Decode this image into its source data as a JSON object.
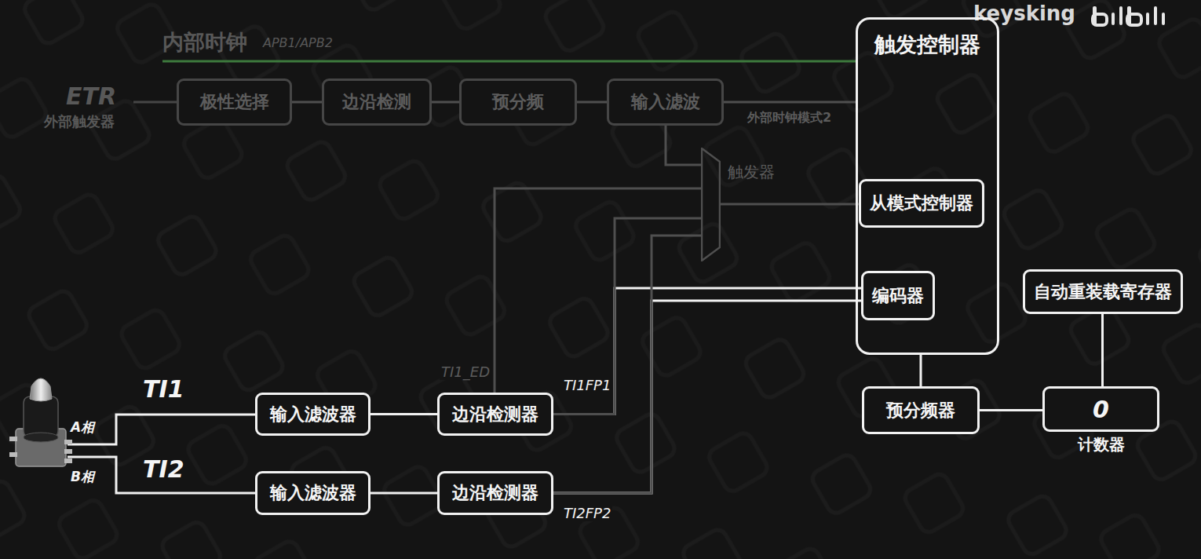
{
  "diagram": {
    "nodes": [
      {
        "text": [
          "触发控制器"
        ]
      },
      {
        "text": [
          "从模式控制器"
        ],
        "in": 0
      },
      {
        "text": [
          "编码器"
        ],
        "in": 0
      },
      {
        "text": [
          "自动重装载寄存器"
        ]
      },
      {
        "text": [
          "极性选择"
        ]
      },
      {
        "text": [
          "边沿检测"
        ]
      },
      {
        "text": [
          "预分频"
        ]
      },
      {
        "text": [
          "输入滤波"
        ]
      },
      {
        "text": [
          "触发器"
        ]
      },
      {
        "text": [
          "输入滤波器"
        ]
      },
      {
        "text": [
          "边沿检测器"
        ]
      },
      {
        "text": [
          "预分频器"
        ]
      },
      {
        "text": [
          "0",
          "计数器"
        ]
      },
      {
        "text": [
          "输入滤波器"
        ]
      },
      {
        "text": [
          "边沿检测器"
        ]
      }
    ],
    "edges": [
      {
        "from": 4,
        "to": 5,
        "arrow": "none"
      },
      {
        "from": 5,
        "to": 6,
        "arrow": "none"
      },
      {
        "from": 6,
        "to": 7,
        "arrow": "none"
      },
      {
        "from": 7,
        "to": 0,
        "label": "外部时钟模式2",
        "arrow": "none"
      },
      {
        "from": 7,
        "to": 8,
        "arrow": "none"
      },
      {
        "from": 8,
        "to": 1,
        "arrow": "none"
      },
      {
        "from": 9,
        "to": 10,
        "arrow": "none"
      },
      {
        "from": 10,
        "to": 8,
        "label": "TI1_ED",
        "arrow": "none"
      },
      {
        "from": 10,
        "to": 2,
        "label": "TI1FP1",
        "arrow": "none"
      },
      {
        "from": 10,
        "to": 8,
        "arrow": "none"
      },
      {
        "from": 13,
        "to": 14,
        "arrow": "none"
      },
      {
        "from": 14,
        "to": 2,
        "label": "TI2FP2",
        "arrow": "none"
      },
      {
        "from": 14,
        "to": 8,
        "arrow": "none"
      },
      {
        "from": 0,
        "to": 11,
        "arrow": "none"
      },
      {
        "from": 11,
        "to": 12,
        "arrow": "none"
      },
      {
        "from": 3,
        "to": 12,
        "arrow": "none"
      }
    ],
    "labels": [
      "keysking",
      "内部时钟",
      "APB1/APB2",
      "ETR",
      "外部触发器",
      "TI1",
      "A相",
      "TI2",
      "B相"
    ]
  }
}
